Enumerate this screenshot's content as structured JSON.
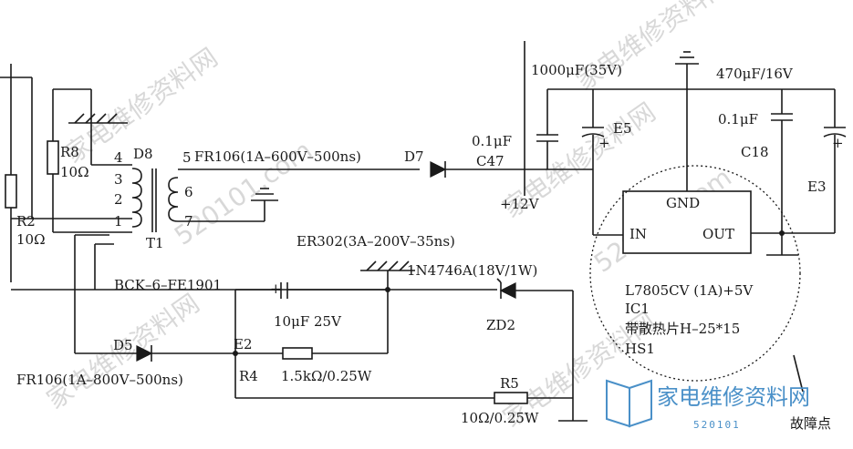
{
  "labels": {
    "c1000": "1000μF(35V)",
    "c470": "470μF/16V",
    "c01_left": "0.1μF",
    "c47": "C47",
    "e5": "E5",
    "c01_right": "0.1μF",
    "c18": "C18",
    "e3": "E3",
    "r8": "R8",
    "r8_val": "10Ω",
    "d8": "D8",
    "pin4": "4",
    "pin3": "3",
    "pin2": "2",
    "pin1": "1",
    "pin5": "5",
    "pin6": "6",
    "pin7": "7",
    "t1": "T1",
    "r2": "R2",
    "r2_val": "10Ω",
    "fr106_top": "FR106(1A–600V–500ns)",
    "d7": "D7",
    "plus12": "+12V",
    "gnd": "GND",
    "in": "IN",
    "out": "OUT",
    "er302": "ER302(3A–200V–35ns)",
    "zener": "1N4746A(18V/1W)",
    "bck": "BCK–6–FE1901",
    "c10u": "10μF  25V",
    "zd2": "ZD2",
    "l7805": "L7805CV  (1A)+5V",
    "ic1": "IC1",
    "heatsink": "带散热片H–25*15",
    "hs1": "HS1",
    "d5": "D5",
    "e2": "E2",
    "fr106_bottom": "FR106(1A–800V–500ns)",
    "r4": "R4",
    "r4_val": "1.5kΩ/0.25W",
    "r5": "R5",
    "r5_val": "10Ω/0.25W",
    "fault": "故障点",
    "plus_e5": "+",
    "plus_e3": "+",
    "plus_e2": "+"
  },
  "watermark": {
    "site_cn": "家电维修资料网",
    "site_num": "520101.com"
  },
  "logo": {
    "name": "家电维修资料网",
    "sub": "520101"
  },
  "colors": {
    "ink": "#1a1a1a",
    "watermark": "#d8d8d8",
    "logo": "#4a90c8"
  }
}
